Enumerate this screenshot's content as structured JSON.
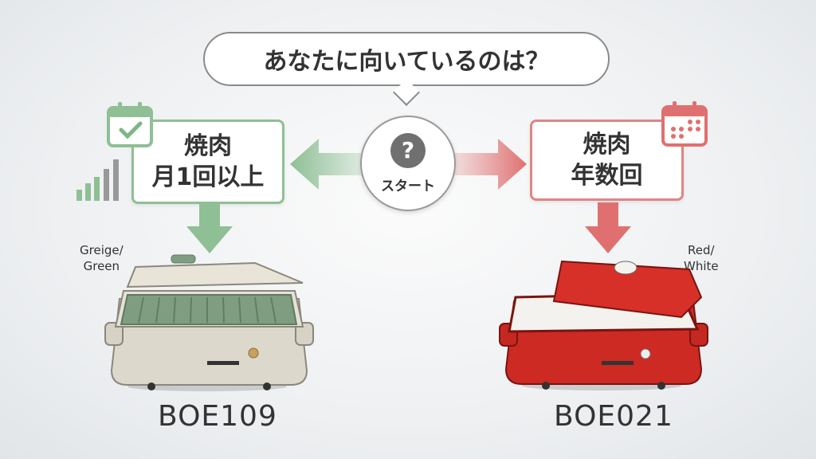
{
  "question": "あなたに向いているのは？",
  "start": {
    "icon": "question-icon",
    "icon_text": "?",
    "label": "スタート"
  },
  "options": [
    {
      "line1": "焼肉",
      "line2": "月1回以上",
      "color_label_line1": "Greige/",
      "color_label_line2": "Green",
      "model": "BOE109",
      "accent": "#8fbf95",
      "icon": "calendar-check-icon"
    },
    {
      "line1": "焼肉",
      "line2": "年数回",
      "color_label_line1": "Red/",
      "color_label_line2": "White",
      "model": "BOE021",
      "accent": "#e08585",
      "icon": "calendar-dots-icon"
    }
  ]
}
